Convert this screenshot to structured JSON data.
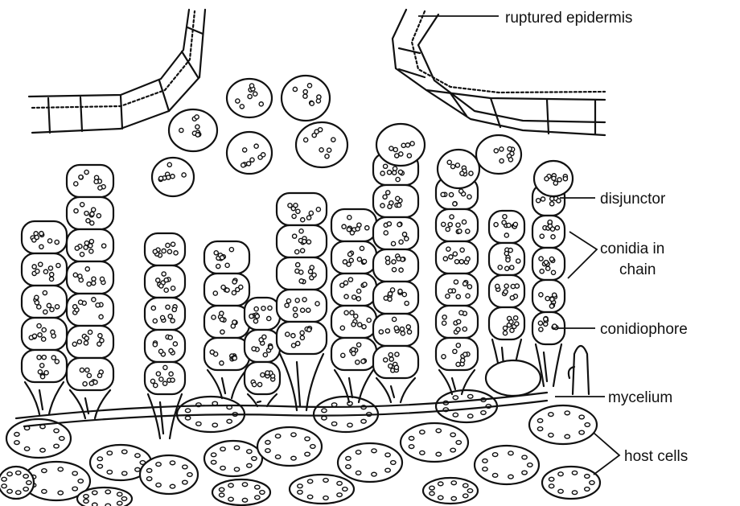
{
  "labels": {
    "ruptured_epidermis": "ruptured epidermis",
    "disjunctor": "disjunctor",
    "conidia_line1": "conidia in",
    "conidia_line2": "chain",
    "conidiophore": "conidiophore",
    "mycelium": "mycelium",
    "host_cells": "host cells"
  }
}
